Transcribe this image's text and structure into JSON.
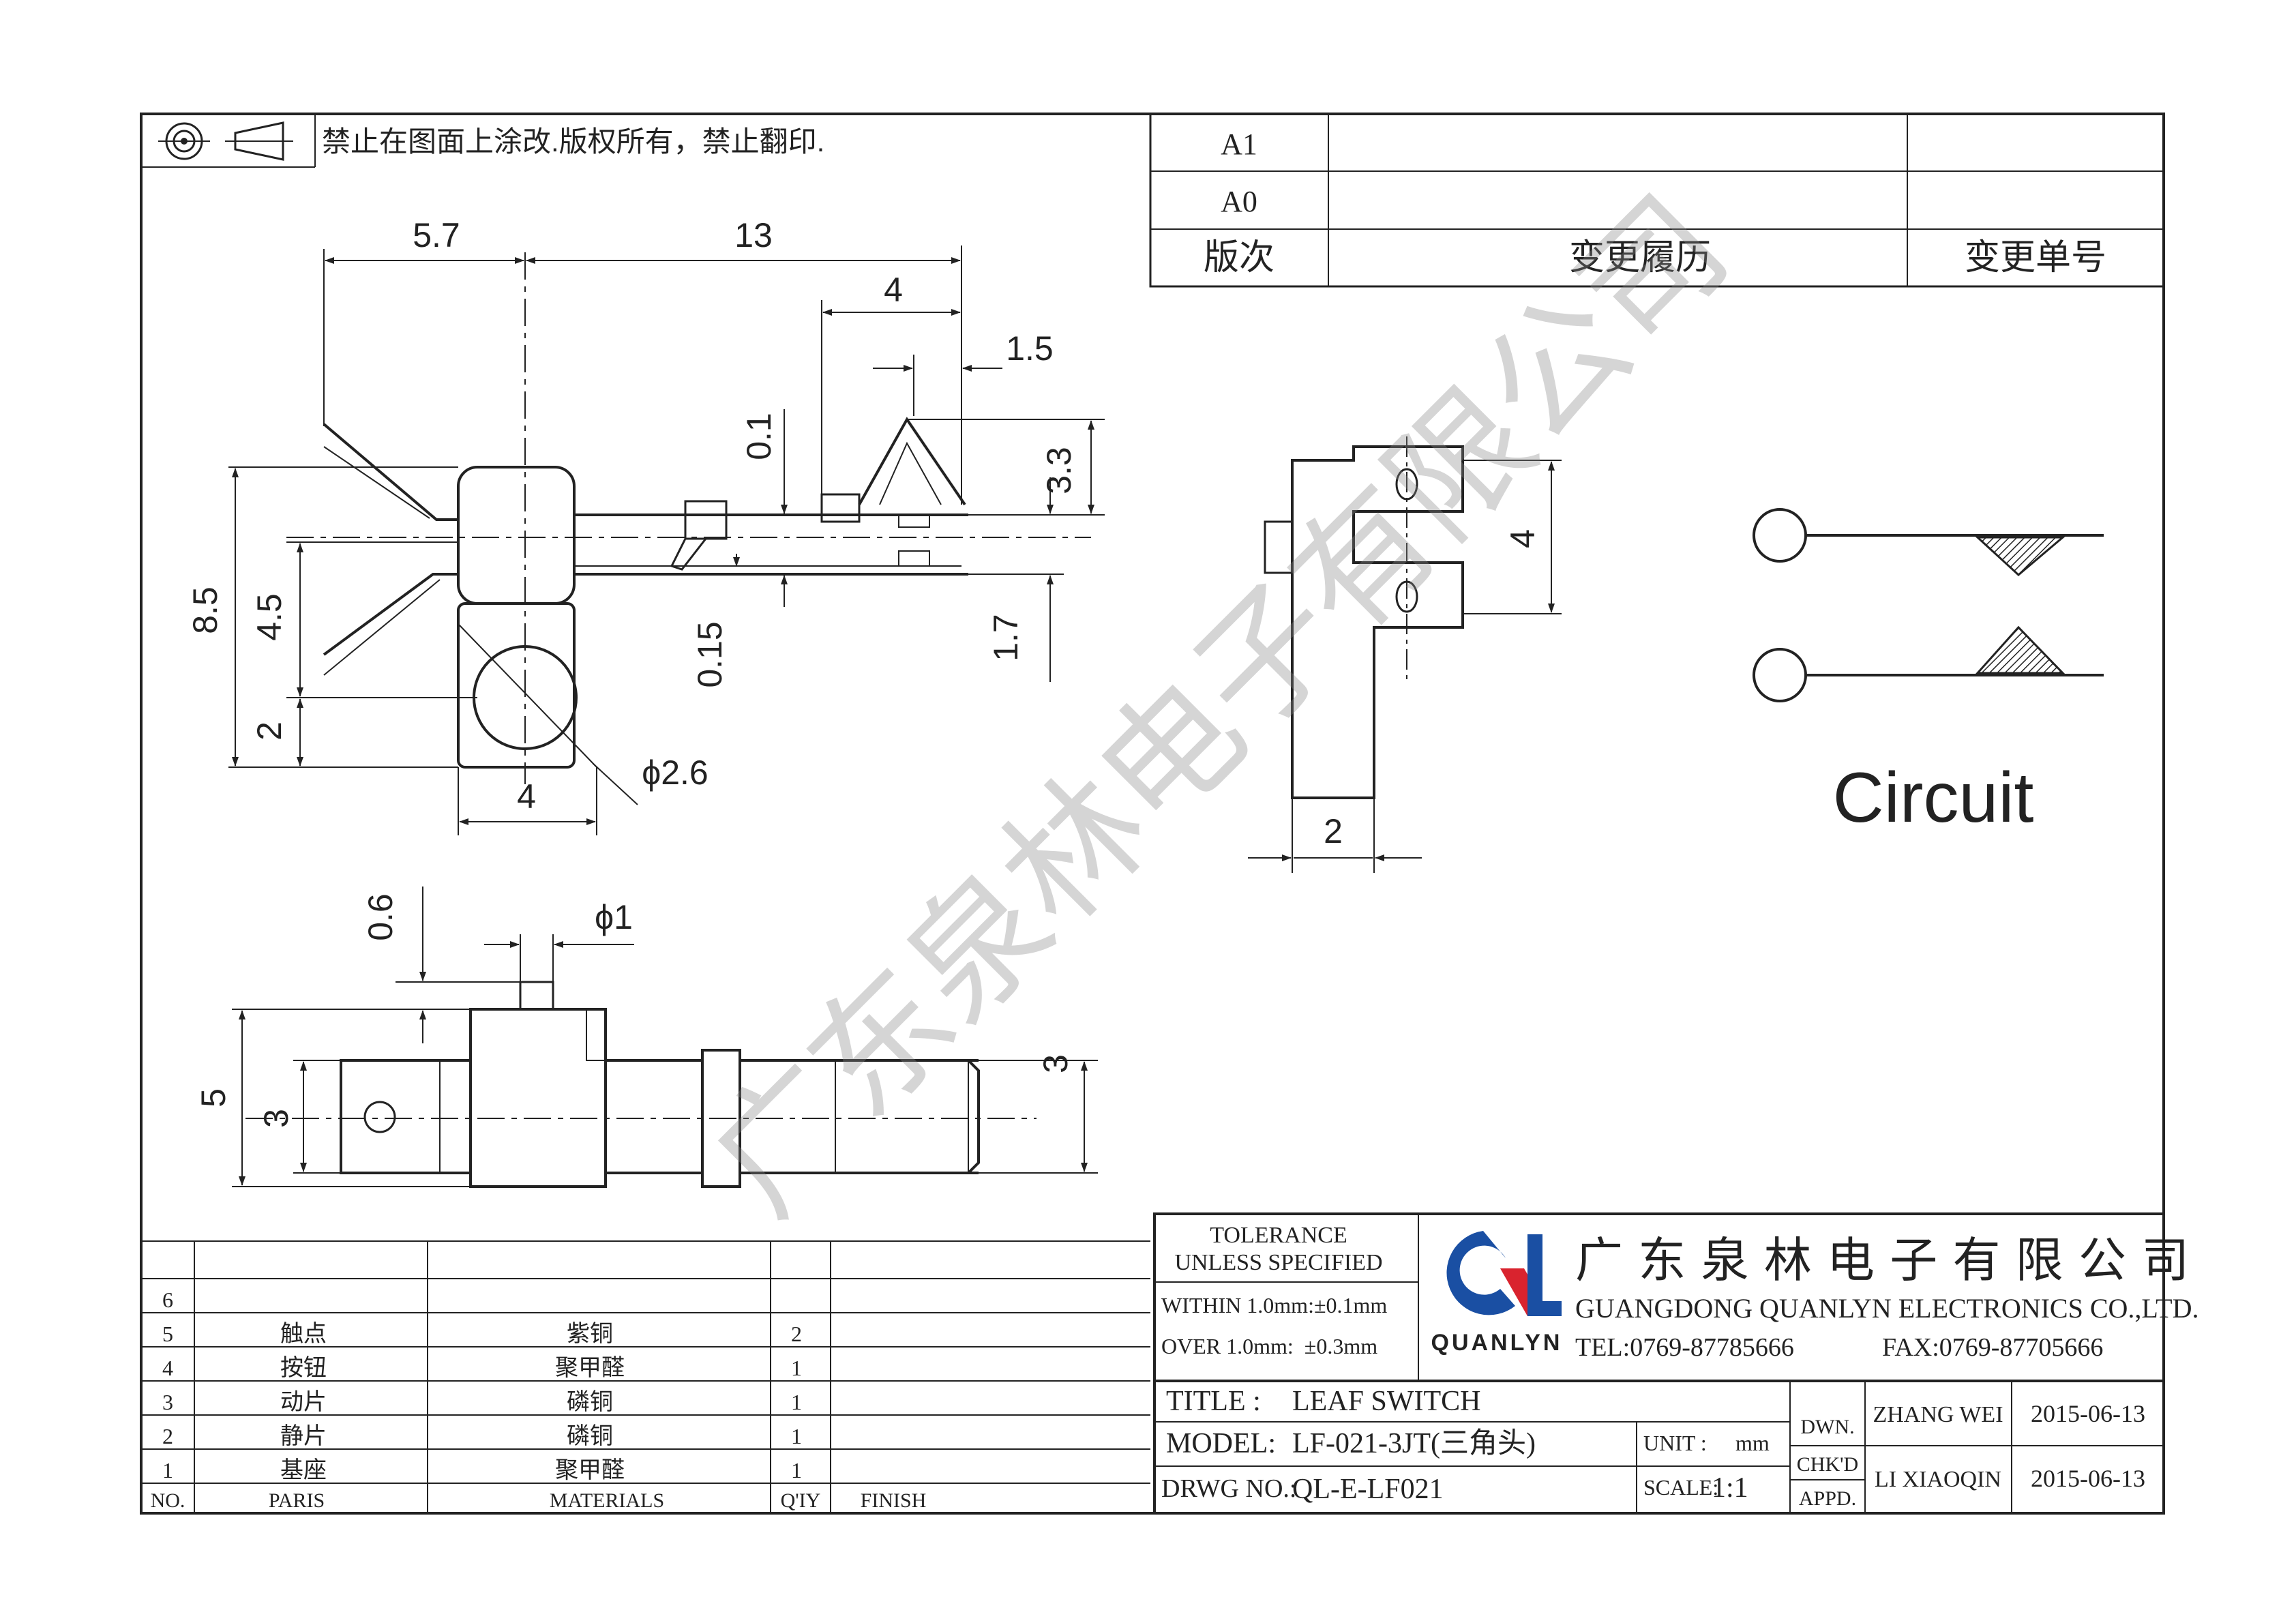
{
  "notice": "禁止在图面上涂改.版权所有，禁止翻印.",
  "revision": {
    "rows": [
      "A1",
      "A0"
    ],
    "header": {
      "version": "版次",
      "history": "变更履历",
      "change_no": "变更单号"
    }
  },
  "dimensions": {
    "top_view": {
      "w_5_7": "5.7",
      "w_13": "13",
      "w_4": "4",
      "w_1_5": "1.5",
      "h_0_1": "0.1",
      "h_3_3": "3.3",
      "h_8_5": "8.5",
      "h_4_5": "4.5",
      "h_0_15": "0.15",
      "h_1_7": "1.7",
      "h_2": "2",
      "w_4_bottom": "4",
      "dia_2_6": "ϕ2.6"
    },
    "front_view": {
      "h_0_6": "0.6",
      "dia_1": "ϕ1",
      "h_5": "5",
      "h_3_left": "3",
      "h_3_right": "3"
    },
    "side_view": {
      "h_4": "4",
      "w_2": "2"
    }
  },
  "circuit_label": "Circuit",
  "watermark": "广东泉林电子有限公司",
  "parts_table": {
    "rows": [
      {
        "no": "6",
        "part": "",
        "material": "",
        "qty": ""
      },
      {
        "no": "5",
        "part": "触点",
        "material": "紫铜",
        "qty": "2"
      },
      {
        "no": "4",
        "part": "按钮",
        "material": "聚甲醛",
        "qty": "1"
      },
      {
        "no": "3",
        "part": "动片",
        "material": "磷铜",
        "qty": "1"
      },
      {
        "no": "2",
        "part": "静片",
        "material": "磷铜",
        "qty": "1"
      },
      {
        "no": "1",
        "part": "基座",
        "material": "聚甲醛",
        "qty": "1"
      }
    ],
    "header": {
      "no": "NO.",
      "part": "PARIS",
      "material": "MATERIALS",
      "qty": "Q'IY",
      "finish": "FINISH"
    }
  },
  "tolerance": {
    "title1": "TOLERANCE",
    "title2": "UNLESS SPECIFIED",
    "within": "WITHIN 1.0mm:±0.1mm",
    "over": "OVER 1.0mm:  ±0.3mm"
  },
  "company": {
    "name_cn": "广 东 泉 林 电 子 有 限 公 司",
    "name_en": "GUANGDONG QUANLYN ELECTRONICS CO.,LTD.",
    "logo_text": "QUANLYN",
    "tel": "TEL:0769-87785666",
    "fax": "FAX:0769-87705666",
    "colors": {
      "logo_blue": "#1a4fa3",
      "logo_red": "#d9232e"
    }
  },
  "title_block": {
    "title_label": "TITLE :",
    "title_value": "LEAF SWITCH",
    "model_label": "MODEL:",
    "model_value": "LF-021-3JT(三角头)",
    "drwg_label": "DRWG NO.:",
    "drwg_value": "QL-E-LF021",
    "unit_label": "UNIT :",
    "unit_value": "mm",
    "scale_label": "SCALE:",
    "scale_value": "1:1",
    "dwn": "DWN.",
    "chkd": "CHK'D",
    "appd": "APPD.",
    "drawn_by": "ZHANG WEI",
    "drawn_date": "2015-06-13",
    "checked_by": "LI XIAOQIN",
    "checked_date": "2015-06-13"
  }
}
